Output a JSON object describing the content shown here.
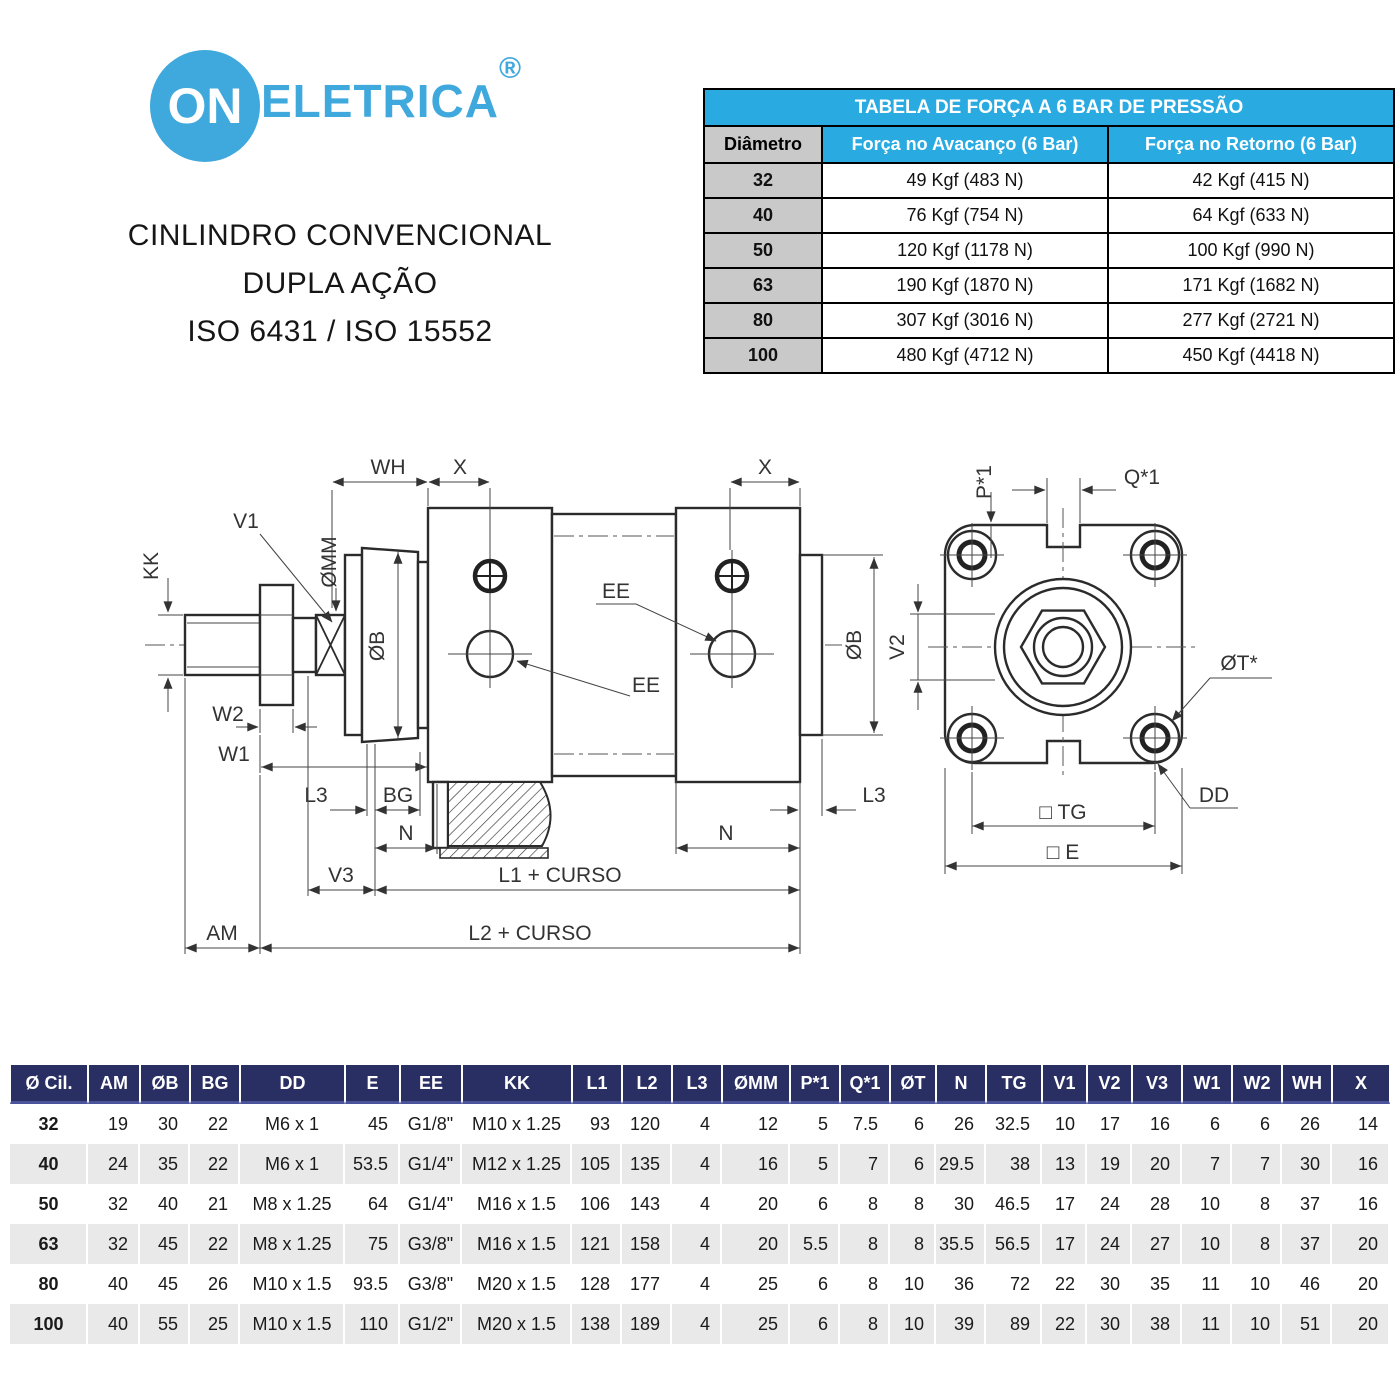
{
  "logo": {
    "circle_text": "ON",
    "word": "ELETRICA",
    "registered": "®"
  },
  "title": {
    "line1": "CINLINDRO CONVENCIONAL",
    "line2": "DUPLA AÇÃO",
    "line3": "ISO 6431 / ISO 15552"
  },
  "force_table": {
    "title": "TABELA DE FORÇA A 6 BAR DE PRESSÃO",
    "headers": [
      "Diâmetro",
      "Força no Avacanço (6 Bar)",
      "Força no Retorno (6 Bar)"
    ],
    "rows": [
      [
        "32",
        "49 Kgf (483 N)",
        "42 Kgf (415 N)"
      ],
      [
        "40",
        "76 Kgf (754 N)",
        "64 Kgf (633 N)"
      ],
      [
        "50",
        "120 Kgf (1178 N)",
        "100 Kgf (990 N)"
      ],
      [
        "63",
        "190 Kgf (1870 N)",
        "171 Kgf (1682 N)"
      ],
      [
        "80",
        "307 Kgf (3016 N)",
        "277 Kgf (2721 N)"
      ],
      [
        "100",
        "480 Kgf (4712 N)",
        "450 Kgf (4418 N)"
      ]
    ]
  },
  "dim_table": {
    "headers": [
      "Ø Cil.",
      "AM",
      "ØB",
      "BG",
      "DD",
      "E",
      "EE",
      "KK",
      "L1",
      "L2",
      "L3",
      "ØMM",
      "P*1",
      "Q*1",
      "ØT",
      "N",
      "TG",
      "V1",
      "V2",
      "V3",
      "W1",
      "W2",
      "WH",
      "X"
    ],
    "rows": [
      [
        "32",
        "19",
        "30",
        "22",
        "M6 x 1",
        "45",
        "G1/8\"",
        "M10 x 1.25",
        "93",
        "120",
        "4",
        "12",
        "5",
        "7.5",
        "6",
        "26",
        "32.5",
        "10",
        "17",
        "16",
        "6",
        "6",
        "26",
        "14"
      ],
      [
        "40",
        "24",
        "35",
        "22",
        "M6 x 1",
        "53.5",
        "G1/4\"",
        "M12 x 1.25",
        "105",
        "135",
        "4",
        "16",
        "5",
        "7",
        "6",
        "29.5",
        "38",
        "13",
        "19",
        "20",
        "7",
        "7",
        "30",
        "16"
      ],
      [
        "50",
        "32",
        "40",
        "21",
        "M8 x 1.25",
        "64",
        "G1/4\"",
        "M16 x 1.5",
        "106",
        "143",
        "4",
        "20",
        "6",
        "8",
        "8",
        "30",
        "46.5",
        "17",
        "24",
        "28",
        "10",
        "8",
        "37",
        "16"
      ],
      [
        "63",
        "32",
        "45",
        "22",
        "M8 x 1.25",
        "75",
        "G3/8\"",
        "M16 x 1.5",
        "121",
        "158",
        "4",
        "20",
        "5.5",
        "8",
        "8",
        "35.5",
        "56.5",
        "17",
        "24",
        "27",
        "10",
        "8",
        "37",
        "20"
      ],
      [
        "80",
        "40",
        "45",
        "26",
        "M10 x 1.5",
        "93.5",
        "G3/8\"",
        "M20 x 1.5",
        "128",
        "177",
        "4",
        "25",
        "6",
        "8",
        "10",
        "36",
        "72",
        "22",
        "30",
        "35",
        "11",
        "10",
        "46",
        "20"
      ],
      [
        "100",
        "40",
        "55",
        "25",
        "M10 x 1.5",
        "110",
        "G1/2\"",
        "M20 x 1.5",
        "138",
        "189",
        "4",
        "25",
        "6",
        "8",
        "10",
        "39",
        "89",
        "22",
        "30",
        "38",
        "11",
        "10",
        "51",
        "20"
      ]
    ]
  },
  "drawing": {
    "labels": {
      "wh": "WH",
      "x_left": "X",
      "x_right": "X",
      "v1": "V1",
      "kk": "KK",
      "omm": "ØMM",
      "ob_left": "ØB",
      "ob_right": "ØB",
      "ee_top": "EE",
      "ee_bottom": "EE",
      "w2": "W2",
      "w1": "W1",
      "l3_left": "L3",
      "bg": "BG",
      "n_left": "N",
      "n_right": "N",
      "l3_right": "L3",
      "v3": "V3",
      "l1_curso": "L1 + CURSO",
      "am": "AM",
      "l2_curso": "L2 + CURSO",
      "p1": "P*1",
      "q1": "Q*1",
      "v2": "V2",
      "ot": "ØT*",
      "dd": "DD",
      "tg": "□ TG",
      "e": "□ E"
    }
  },
  "colors": {
    "accent_cyan": "#29abe2",
    "header_navy": "#292f63",
    "logo_blue": "#3fa8dc",
    "row_alt": "#e9e9e9"
  }
}
